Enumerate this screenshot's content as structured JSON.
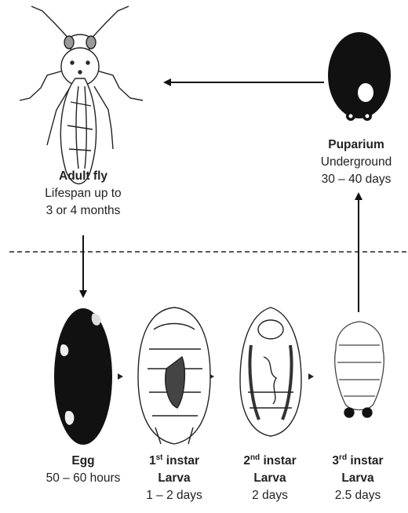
{
  "stages": {
    "adult": {
      "name": "Adult fly",
      "line1": "Lifespan up to",
      "line2": "3 or 4 months",
      "icon": "adult-fly-icon"
    },
    "puparium": {
      "name": "Puparium",
      "line1": "Underground",
      "line2": "30 – 40 days",
      "icon": "puparium-icon"
    },
    "egg": {
      "name": "Egg",
      "line1": "50 – 60 hours",
      "icon": "egg-icon"
    },
    "larva1": {
      "num": "1",
      "sup": "st",
      "name_rest": " instar",
      "name2": "Larva",
      "line1": "1 – 2 days",
      "icon": "first-instar-larva-icon"
    },
    "larva2": {
      "num": "2",
      "sup": "nd",
      "name_rest": " instar",
      "name2": "Larva",
      "line1": "2 days",
      "icon": "second-instar-larva-icon"
    },
    "larva3": {
      "num": "3",
      "sup": "rd",
      "name_rest": " instar",
      "name2": "Larva",
      "line1": "2.5 days",
      "icon": "third-instar-larva-icon"
    }
  },
  "colors": {
    "ink": "#111111",
    "line": "#333333",
    "text": "#222222"
  }
}
